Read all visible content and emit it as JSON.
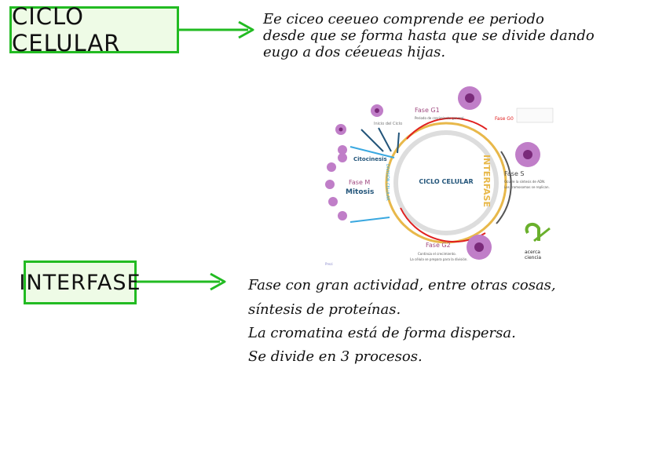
{
  "section1": {
    "title": "CICLO CELULAR",
    "description_lines": [
      "Ee ciceo ceeueo comprende ee periodo",
      "desde que se forma hasta que se divide dando",
      "eugo a dos céeueas hijas."
    ]
  },
  "diagram": {
    "center": "CICLO CELULAR",
    "interfase_label": "INTERFASE",
    "division_label": "DIVISIÓN CELULAR",
    "inicio": "Inicio del Ciclo",
    "fase_g1": {
      "title": "Fase G1",
      "desc": "Periodo de crecimiento general"
    },
    "fase_g0": {
      "title": "Fase G0"
    },
    "fase_s": {
      "title": "Fase S",
      "desc1": "Ocurre la síntesis de ADN.",
      "desc2": "Los cromosomas se replican."
    },
    "fase_g2": {
      "title": "Fase G2",
      "desc1": "Continúa el crecimiento.",
      "desc2": "La célula se prepara para la división."
    },
    "fase_m": {
      "title": "Fase M",
      "subtitle": "Mitosis"
    },
    "citocinesis": "Citocinesis",
    "logo_text1": "acerca",
    "logo_text2": "ciencia",
    "small_note": "Prezi"
  },
  "section2": {
    "title": "INTERFASE",
    "description_lines": [
      "Fase con gran actividad, entre otras cosas,",
      "síntesis de proteínas.",
      "La cromatina está de forma dispersa.",
      "Se divide en 3 procesos."
    ]
  },
  "colors": {
    "green": "#22bb22",
    "box_bg": "#eefbe6",
    "cell": "#a64ca6",
    "red": "#e02020",
    "blue": "#3aa8e0",
    "gold": "#e8b84a"
  }
}
